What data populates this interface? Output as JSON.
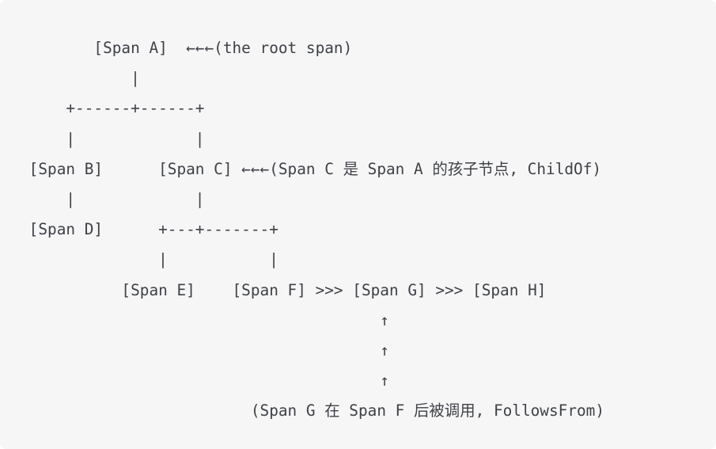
{
  "window": {
    "background_color": "#f6f6f7",
    "text_color": "#3e4146"
  },
  "diagram": {
    "type": "ascii-span-tree",
    "spans": [
      "Span A",
      "Span B",
      "Span C",
      "Span D",
      "Span E",
      "Span F",
      "Span G",
      "Span H"
    ],
    "annotations": [
      "(the root span)",
      "(Span C 是 Span A 的孩子节点, ChildOf)",
      "(Span G 在 Span F 后被调用, FollowsFrom)"
    ],
    "lines": [
      "        [Span A]  ←←←(the root span)",
      "            |",
      "     +------+------+",
      "     |             |",
      " [Span B]      [Span C] ←←←(Span C 是 Span A 的孩子节点, ChildOf)",
      "     |             |",
      " [Span D]      +---+-------+",
      "               |           |",
      "           [Span E]    [Span F] >>> [Span G] >>> [Span H]",
      "                                       ↑",
      "                                       ↑",
      "                                       ↑",
      "                         (Span G 在 Span F 后被调用, FollowsFrom)"
    ]
  }
}
